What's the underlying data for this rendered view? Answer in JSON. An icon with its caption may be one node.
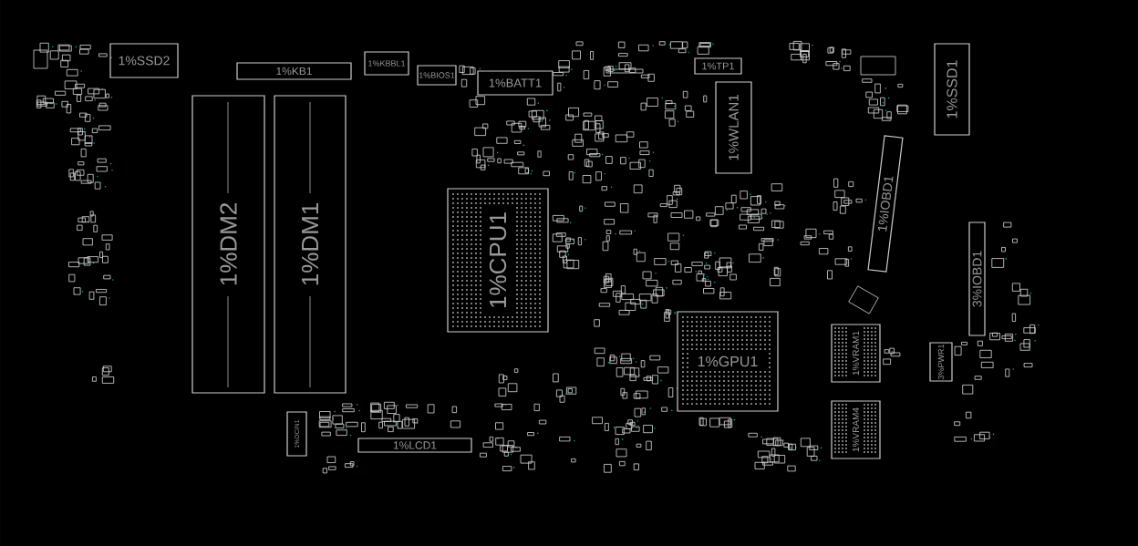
{
  "diagram": {
    "nodes": [
      {
        "text": [
          "1%SSD2"
        ]
      },
      {
        "text": [
          "1%KB1"
        ]
      },
      {
        "text": [
          "1%KBBL1"
        ]
      },
      {
        "text": [
          "1%BIOS1"
        ]
      },
      {
        "text": [
          "1%BATT1"
        ]
      },
      {
        "text": [
          "1%TP1"
        ]
      },
      {
        "text": [
          "1%SSD1"
        ]
      },
      {
        "text": [
          "1%WLAN1"
        ]
      },
      {
        "text": [
          "1%DM2"
        ]
      },
      {
        "text": [
          "1%DM1"
        ]
      },
      {
        "text": [
          "1%CPU1"
        ]
      },
      {
        "text": [
          "1%IOBD1"
        ]
      },
      {
        "text": [
          "3%IOBD1"
        ]
      },
      {
        "text": [
          "1%GPU1"
        ]
      },
      {
        "text": [
          "1%VRAM1"
        ]
      },
      {
        "text": [
          "3%PWR1"
        ]
      },
      {
        "text": [
          "1%DCIN1"
        ]
      },
      {
        "text": [
          "1%LCD1"
        ]
      },
      {
        "text": [
          "1%VRAM4"
        ]
      }
    ]
  }
}
